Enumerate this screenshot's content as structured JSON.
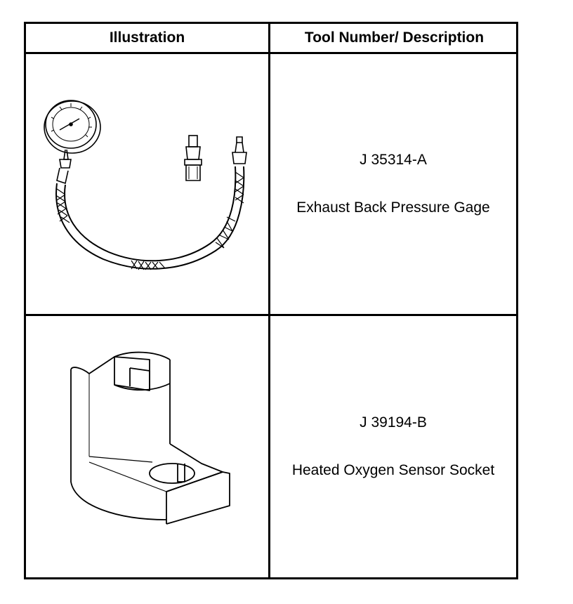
{
  "table": {
    "headers": {
      "illustration": "Illustration",
      "description": "Tool Number/ Description"
    },
    "rows": [
      {
        "tool_number": "J 35314-A",
        "description": "Exhaust Back Pressure Gage",
        "illustration_icon": "pressure-gauge-with-hose-icon"
      },
      {
        "tool_number": "J 39194-B",
        "description": "Heated Oxygen Sensor Socket",
        "illustration_icon": "oxygen-sensor-socket-icon"
      }
    ]
  }
}
